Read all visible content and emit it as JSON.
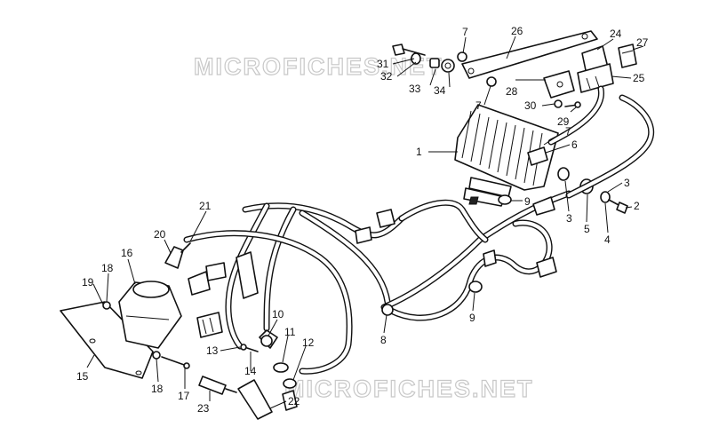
{
  "watermark": {
    "top_text": "MICROFICHES.NET",
    "bottom_text": "MICROFICHES.NET"
  },
  "callouts": {
    "n1": "1",
    "n2": "2",
    "n3a": "3",
    "n3b": "3",
    "n4": "4",
    "n5": "5",
    "n6": "6",
    "n7a": "7",
    "n7b": "7",
    "n7c": "7",
    "n8": "8",
    "n9a": "9",
    "n9b": "9",
    "n10": "10",
    "n11": "11",
    "n12": "12",
    "n13": "13",
    "n14": "14",
    "n15": "15",
    "n16": "16",
    "n17": "17",
    "n18a": "18",
    "n18b": "18",
    "n19": "19",
    "n20": "20",
    "n21": "21",
    "n22": "22",
    "n23": "23",
    "n24": "24",
    "n25": "25",
    "n26": "26",
    "n27": "27",
    "n28": "28",
    "n29": "29",
    "n30": "30",
    "n31": "31",
    "n32": "32",
    "n33": "33",
    "n34": "34"
  }
}
